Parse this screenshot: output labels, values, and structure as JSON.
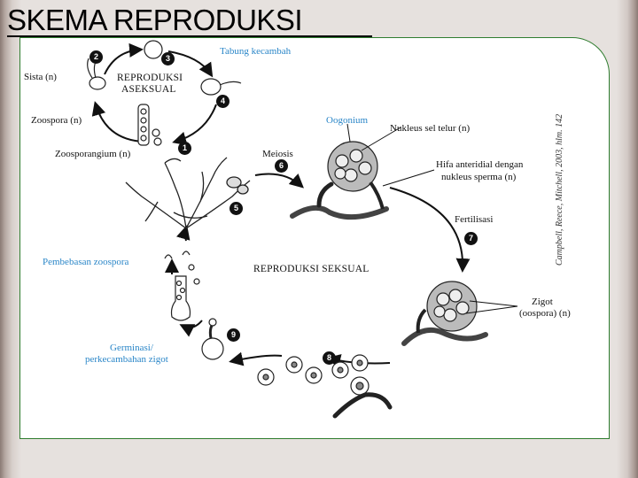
{
  "slide": {
    "title": "SKEMA REPRODUKSI"
  },
  "labels": {
    "tabung_kecambah": "Tabung kecambah",
    "sista": "Sista (n)",
    "reproduksi_aseksual": "REPRODUKSI ASEKSUAL",
    "reproduksi_aseksual_line1": "REPRODUKSI",
    "reproduksi_aseksual_line2": "ASEKSUAL",
    "zoospora": "Zoospora (n)",
    "zoosporangium": "Zoosporangium (n)",
    "oogonium": "Oogonium",
    "nukleus_sel_telur": "Nukleus sel telur (n)",
    "meiosis": "Meiosis",
    "hifa_line1": "Hifa anteridial dengan",
    "hifa_line2": "nukleus sperma (n)",
    "fertilisasi": "Fertilisasi",
    "pembebasan_zoospora": "Pembebasan zoospora",
    "reproduksi_seksual": "REPRODUKSI SEKSUAL",
    "zigot_line1": "Zigot",
    "zigot_line2": "(oospora) (n)",
    "germinasi_line1": "Germinasi/",
    "germinasi_line2": "perkecambahan zigot"
  },
  "steps": [
    "1",
    "2",
    "3",
    "4",
    "5",
    "6",
    "7",
    "8",
    "9"
  ],
  "citation": "Campbell, Reece, Mitchell, 2003, hlm. 142",
  "colors": {
    "label_blue": "#2a86c8",
    "panel_border": "#2f7d2f"
  }
}
